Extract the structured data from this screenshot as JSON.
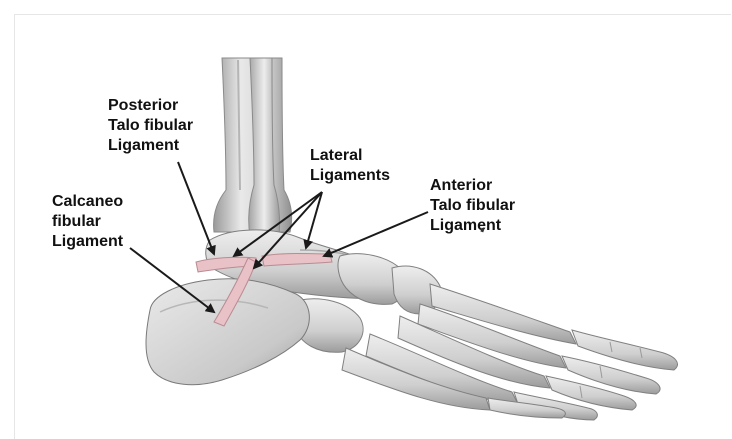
{
  "labels": {
    "posterior_talofibular": [
      "Posterior",
      "Talo fibular",
      "Ligament"
    ],
    "lateral": [
      "Lateral",
      "Ligaments"
    ],
    "anterior_talofibular": [
      "Anterior",
      "Talo fibular",
      "Ligament"
    ],
    "calcaneofibular": [
      "Calcaneo",
      "fibular",
      "Ligament"
    ]
  },
  "colors": {
    "bone_light": "#e7e7e7",
    "bone_mid": "#c6c6c6",
    "bone_dark": "#8d8d8d",
    "ligament": "#e8c2c7",
    "ligament_edge": "#b98b92",
    "arrow": "#1a1a1a"
  }
}
